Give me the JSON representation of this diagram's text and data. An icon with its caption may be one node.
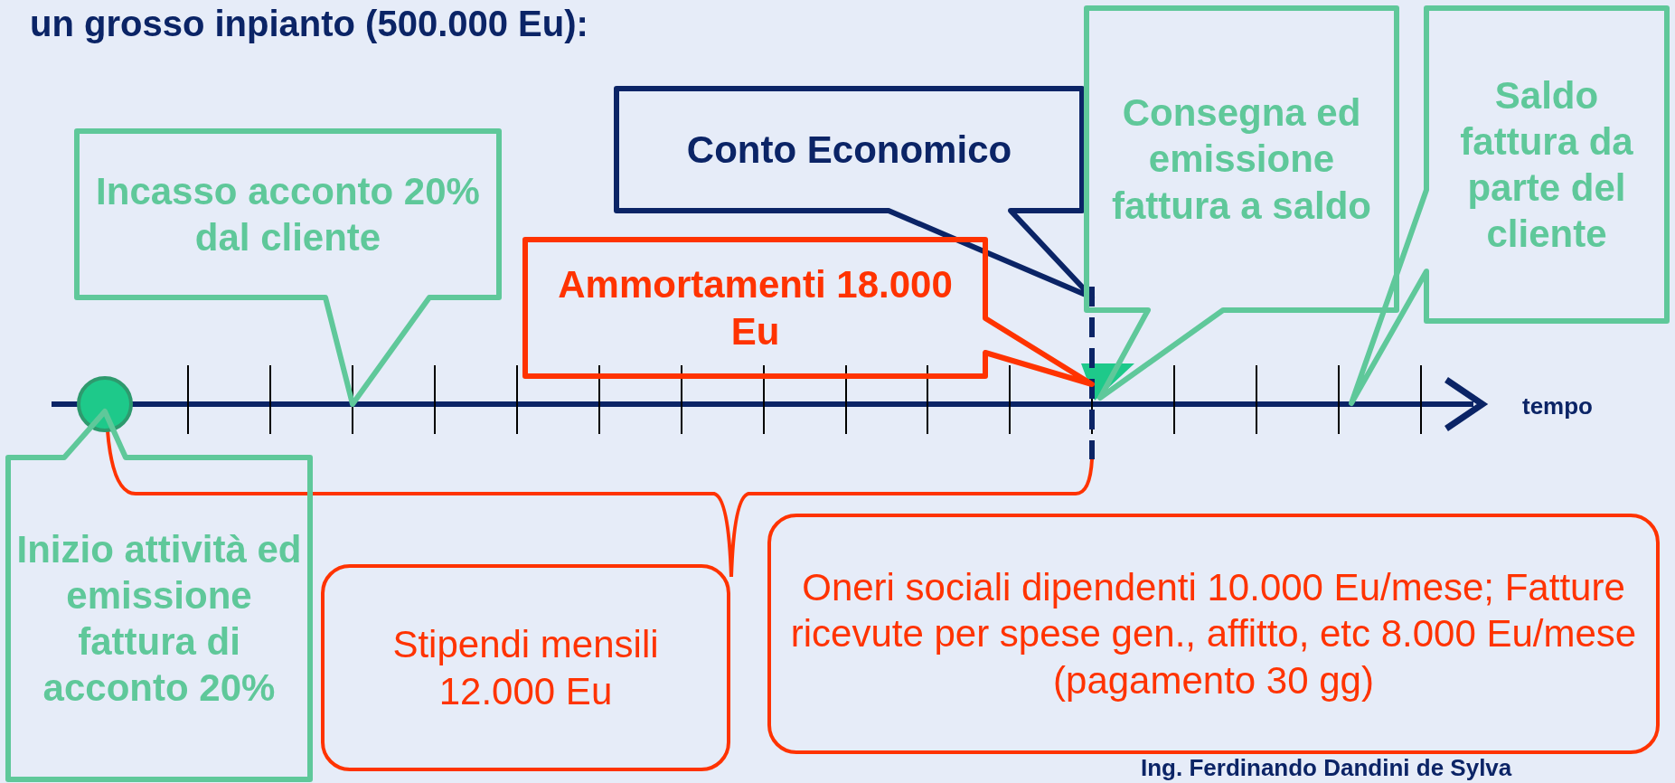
{
  "diagram": {
    "title": "un grosso inpianto (500.000 Eu):",
    "nodes": [
      {
        "text": [
          "Incasso acconto 20% dal cliente"
        ]
      },
      {
        "text": [
          "Conto Economico"
        ]
      },
      {
        "text": [
          "Ammortamenti 18.000 Eu"
        ]
      },
      {
        "text": [
          "Consegna ed emissione fattura a saldo"
        ]
      },
      {
        "text": [
          "Saldo fattura da parte del cliente"
        ]
      },
      {
        "text": [
          "Inizio attività ed emissione fattura di acconto 20%"
        ]
      },
      {
        "text": [
          "Stipendi mensili 12.000 Eu"
        ]
      },
      {
        "text": [
          "Oneri sociali dipendenti 10.000 Eu/mese; Fatture ricevute per spese gen., affitto, etc 8.000 Eu/mese (pagamento 30 gg)"
        ]
      }
    ],
    "edges": [],
    "labels": [
      "tempo",
      "Ing. Ferdinando Dandini de Sylva"
    ]
  }
}
